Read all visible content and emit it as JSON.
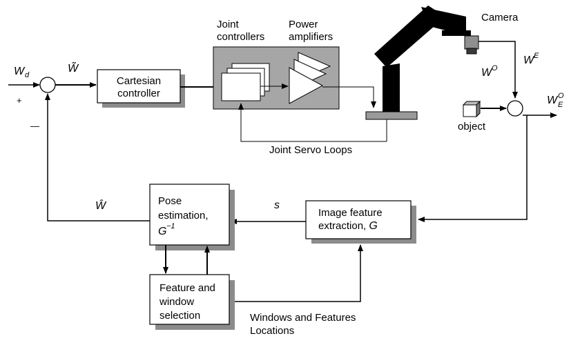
{
  "blocks": {
    "cartesian_controller": [
      "Cartesian",
      "controller"
    ],
    "pose_estimation": [
      "Pose",
      "estimation,",
      "G",
      "−1"
    ],
    "image_feature_extraction": [
      "Image feature",
      "extraction, ",
      "G"
    ],
    "feature_window_selection": [
      "Feature and",
      "window",
      "selection"
    ]
  },
  "labels": {
    "joint_controllers": [
      "Joint",
      "controllers"
    ],
    "power_amplifiers": [
      "Power",
      "amplifiers"
    ],
    "camera": "Camera",
    "object": "object",
    "joint_servo_loops": "Joint Servo Loops",
    "windows_features": [
      "Windows and Features",
      "Locations"
    ]
  },
  "symbols": {
    "w_d": "W",
    "w_d_sub": "d",
    "w_tilde": "W̃",
    "w_hat": "Ŵ",
    "s": "s",
    "w_e": "W",
    "w_e_sup": "E",
    "w_o": "W",
    "w_o_sup": "O",
    "w_eo": "W",
    "w_eo_sub": "E",
    "w_eo_sup": "O"
  },
  "signs": {
    "plus": "+",
    "minus": "—"
  },
  "colors": {
    "gray_panel": "#a6a6a6",
    "shadow": "#8c8c8c",
    "robot": "#000000",
    "base_plate": "#9a9a9a"
  }
}
